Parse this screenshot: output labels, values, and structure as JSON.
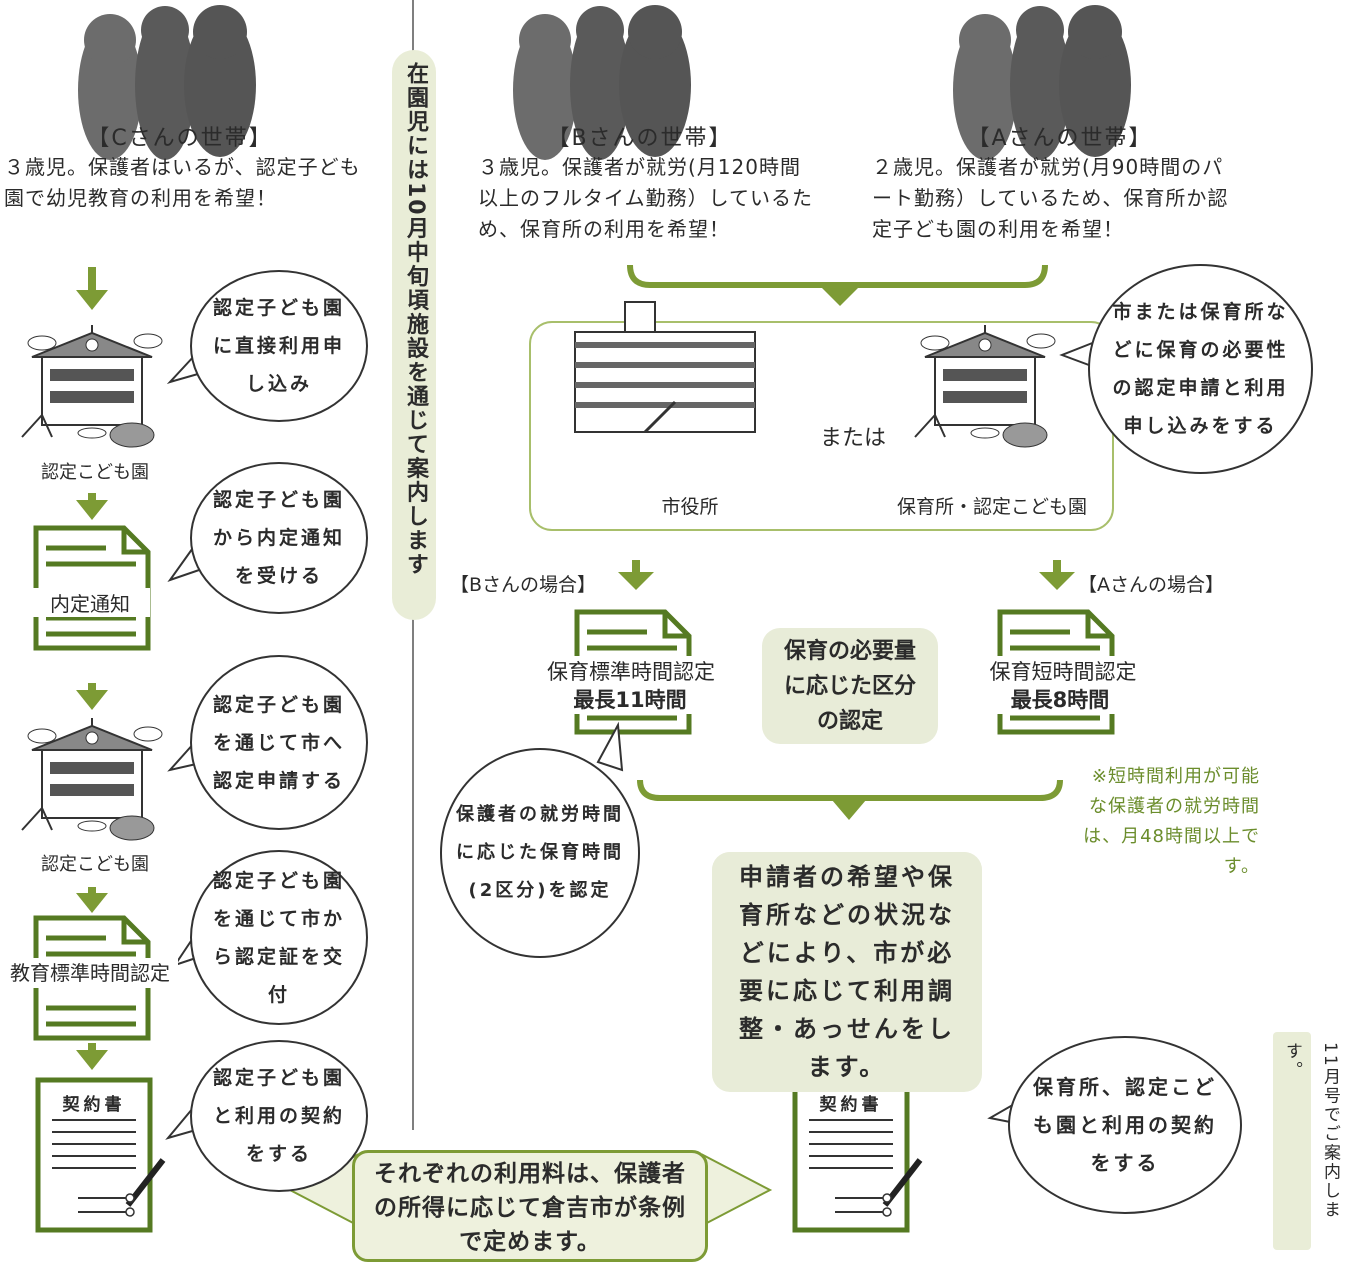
{
  "households": {
    "c": {
      "title": "【Cさんの世帯】",
      "desc": "３歳児。保護者はいるが、認定子ども園で幼児教育の利用を希望！"
    },
    "b": {
      "title": "【Bさんの世帯】",
      "desc": "３歳児。保護者が就労(月120時間以上のフルタイム勤務）しているため、保育所の利用を希望！"
    },
    "a": {
      "title": "【Aさんの世帯】",
      "desc": "２歳児。保護者が就労(月90時間のパート勤務）しているため、保育所か認定子ども園の利用を希望！"
    }
  },
  "center_vertical": "在園児には10月中旬頃施設を通じて案内します",
  "right_vertical": "11月号でご案内します。",
  "c_flow": {
    "icon_label_1": "認定こども園",
    "doc_label_1": "内定通知",
    "icon_label_2": "認定こども園",
    "doc_label_2": "教育標準時間認定",
    "contract": "契約書"
  },
  "c_bubbles": [
    "認定子ども園に直接利用申し込み",
    "認定子ども園から内定通知を受ける",
    "認定子ども園を通じて市へ認定申請する",
    "認定子ども園を通じて市から認定証を交付",
    "認定子ども園と利用の契約をする"
  ],
  "facility_box": {
    "city_hall": "市役所",
    "or": "または",
    "nursery": "保育所・認定こども園"
  },
  "apply_bubble": "市または保育所などに保育の必要性の認定申請と利用申し込みをする",
  "b_case": {
    "label": "【Bさんの場合】",
    "cert": "保育標準時間認定",
    "max": "最長11時間"
  },
  "a_case": {
    "label": "【Aさんの場合】",
    "cert": "保育短時間認定",
    "max": "最長8時間"
  },
  "need_box": "保育の必要量に応じた区分の認定",
  "work_bubble": "保護者の就労時間に応じた保育時間(2区分)を認定",
  "short_note": "※短時間利用が可能な保護者の就労時間は、月48時間以上です。",
  "adjust_box": "申請者の希望や保育所などの状況などにより、市が必要に応じて利用調整・あっせんをします。",
  "fee_box": "それぞれの利用料は、保護者の所得に応じて倉吉市が条例で定めます。",
  "contract_right": "契約書",
  "contract_bubble": "保育所、認定こども園と利用の契約をする",
  "colors": {
    "green": "#7d9b35",
    "dark_green": "#4f6b22",
    "pale": "#eef1dd"
  }
}
